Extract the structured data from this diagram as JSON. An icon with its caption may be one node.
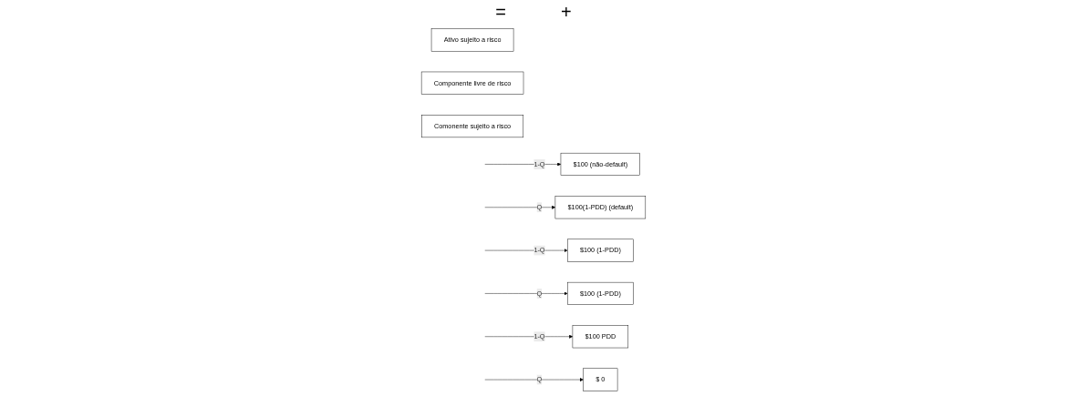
{
  "diagram": {
    "nodes": [
      {
        "text": [
          "$100 (não-default)"
        ]
      },
      {
        "text": [
          "$100(1-PDD) (default)"
        ]
      },
      {
        "text": [
          "$100 (1-PDD)"
        ]
      },
      {
        "text": [
          "$100 (1-PDD)"
        ]
      },
      {
        "text": [
          "$100 PDD"
        ]
      },
      {
        "text": [
          "$ 0"
        ]
      },
      {
        "text": [
          "Ativo sujeito a risco"
        ]
      },
      {
        "text": [
          "Componente livre de risco"
        ]
      },
      {
        "text": [
          "Comonente sujeito a risco"
        ]
      }
    ],
    "edges": [
      {
        "from": null,
        "to": 0,
        "arrow": "to",
        "label": "1-Q"
      },
      {
        "from": null,
        "to": 1,
        "arrow": "to",
        "label": "Q"
      },
      {
        "from": null,
        "to": 2,
        "arrow": "to",
        "label": "1-Q"
      },
      {
        "from": null,
        "to": 3,
        "arrow": "to",
        "label": "Q"
      },
      {
        "from": null,
        "to": 4,
        "arrow": "to",
        "label": "1-Q"
      },
      {
        "from": null,
        "to": 5,
        "arrow": "to",
        "label": "Q"
      }
    ],
    "labels": [
      "=",
      "+"
    ]
  }
}
